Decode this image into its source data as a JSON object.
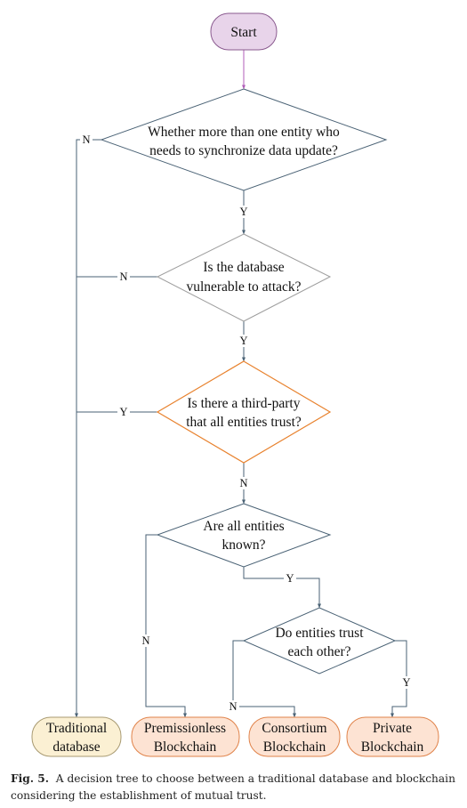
{
  "nodes": {
    "start": "Start",
    "q1": [
      "Whether more than one entity who",
      "needs to synchronize data update?"
    ],
    "q2": [
      "Is the database",
      "vulnerable to attack?"
    ],
    "q3": [
      "Is there a third-party",
      "that all entities trust?"
    ],
    "q4": [
      "Are all entities",
      "known?"
    ],
    "q5": [
      "Do entities trust",
      "each other?"
    ]
  },
  "outcomes": {
    "traditional": [
      "Traditional",
      "database"
    ],
    "permissionless": [
      "Premissionless",
      "Blockchain"
    ],
    "consortium": [
      "Consortium",
      "Blockchain"
    ],
    "private": [
      "Private",
      "Blockchain"
    ]
  },
  "labels": {
    "q1_no": "N",
    "q1_yes": "Y",
    "q2_no": "N",
    "q2_yes": "Y",
    "q3_yes": "Y",
    "q3_no": "N",
    "q4_no": "N",
    "q4_yes": "Y",
    "q5_no": "N",
    "q5_yes": "Y"
  },
  "caption": {
    "fig": "Fig. 5.",
    "text": "A decision tree to choose between a traditional database and blockchain considering the establishment of mutual trust."
  },
  "colors": {
    "line": "#4a6275",
    "start_fill": "#e8d4ea",
    "start_stroke": "#8a5a8f",
    "arrow_start": "#b05cb8",
    "diamond_stroke": "#9e9e9e",
    "diamond_highlight": "#e8822e",
    "traditional_fill": "#fbf0d3",
    "traditional_stroke": "#a89a72",
    "blockchain_fill": "#fde3d3",
    "blockchain_stroke": "#e0834a"
  }
}
